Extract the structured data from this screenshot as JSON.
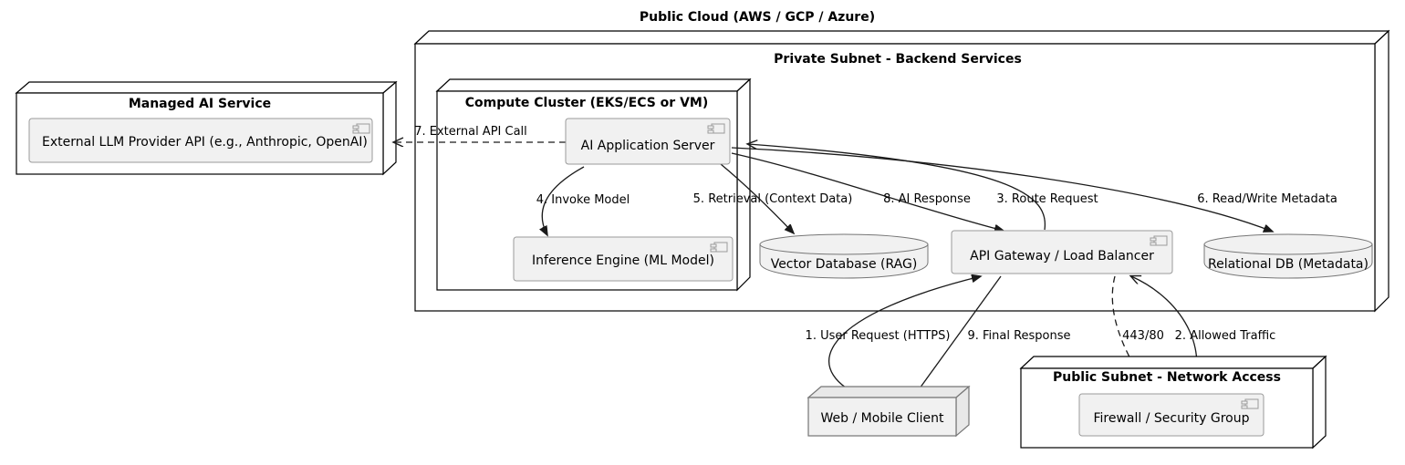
{
  "diagram": {
    "title": "Public Cloud (AWS / GCP / Azure)",
    "type": "uml-deployment-diagram"
  },
  "nodes": {
    "managed_ai_service": {
      "title": "Managed AI Service",
      "component": "External LLM Provider API (e.g., Anthropic, OpenAI)",
      "icon": "component-icon"
    },
    "private_subnet": {
      "title": "Private Subnet - Backend Services"
    },
    "compute_cluster": {
      "title": "Compute Cluster (EKS/ECS or VM)",
      "components": [
        "AI Application Server",
        "Inference Engine (ML Model)"
      ]
    },
    "public_subnet": {
      "title": "Public Subnet - Network Access",
      "component": "Firewall / Security Group"
    },
    "vector_db": {
      "label": "Vector Database (RAG)",
      "shape": "database-cylinder"
    },
    "relational_db": {
      "label": "Relational DB (Metadata)",
      "shape": "database-cylinder"
    },
    "api_gateway": {
      "label": "API Gateway / Load Balancer",
      "icon": "component-icon"
    },
    "web_client": {
      "label": "Web / Mobile Client",
      "shape": "node-3d-box"
    }
  },
  "edges": [
    {
      "id": "e1",
      "label": "1. User Request (HTTPS)",
      "from": "web_client",
      "to": "api_gateway",
      "style": "solid"
    },
    {
      "id": "e2",
      "label": "2. Allowed Traffic",
      "from": "firewall",
      "to": "api_gateway",
      "style": "solid"
    },
    {
      "id": "e3",
      "label": "3. Route Request",
      "from": "api_gateway",
      "to": "ai_application_server",
      "style": "solid"
    },
    {
      "id": "e4",
      "label": "4. Invoke Model",
      "from": "ai_application_server",
      "to": "inference_engine",
      "style": "solid"
    },
    {
      "id": "e5",
      "label": "5. Retrieval (Context Data)",
      "from": "ai_application_server",
      "to": "vector_db",
      "style": "solid"
    },
    {
      "id": "e6",
      "label": "6. Read/Write Metadata",
      "from": "ai_application_server",
      "to": "relational_db",
      "style": "solid"
    },
    {
      "id": "e7",
      "label": "7. External API Call",
      "from": "ai_application_server",
      "to": "external_llm_provider_api",
      "style": "dashed"
    },
    {
      "id": "e8",
      "label": "8. AI Response",
      "from": "ai_application_server",
      "to": "api_gateway",
      "style": "solid"
    },
    {
      "id": "e9",
      "label": "9. Final Response",
      "from": "api_gateway",
      "to": "web_client",
      "style": "solid"
    },
    {
      "id": "e10",
      "label": "443/80",
      "from": "api_gateway",
      "to": "firewall",
      "style": "dashed"
    }
  ],
  "colors": {
    "component_fill": "#F1F1F1",
    "component_stroke": "#9A9A9A",
    "node_stroke": "#000000",
    "node_fill": "#FFFFFF",
    "edge_stroke": "#1A1A1A",
    "text": "#000000",
    "background": "#FFFFFF"
  }
}
